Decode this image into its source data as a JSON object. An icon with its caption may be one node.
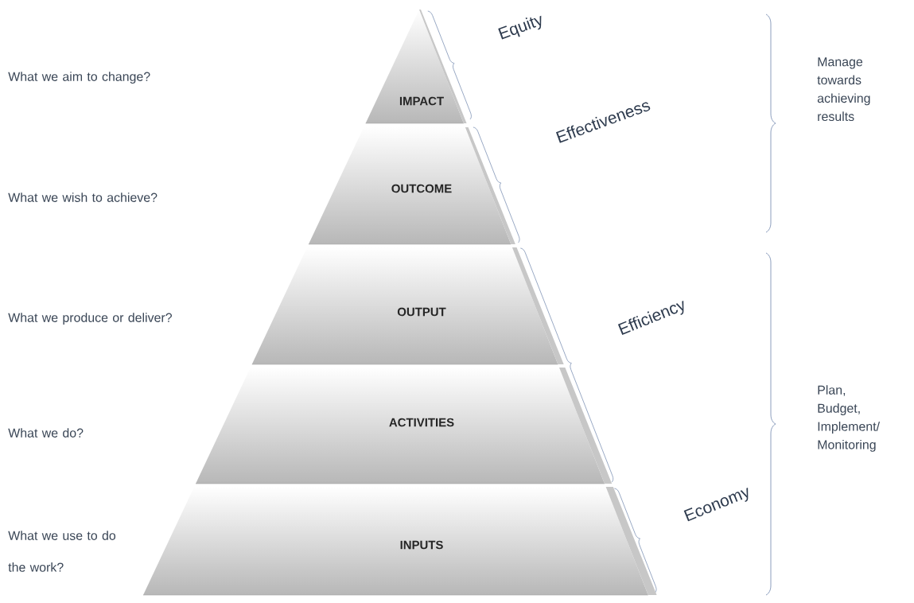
{
  "diagram": {
    "nodes": [
      {
        "text": [
          "IMPACT"
        ]
      },
      {
        "text": [
          "OUTCOME"
        ]
      },
      {
        "text": [
          "OUTPUT"
        ]
      },
      {
        "text": [
          "ACTIVITIES"
        ]
      },
      {
        "text": [
          "INPUTS"
        ]
      }
    ],
    "labels": [
      "What we aim to change?",
      "What we wish to achieve?",
      "What we produce or deliver?",
      "What we do?",
      "What we use to do the work?",
      "Equity",
      "Effectiveness",
      "Efficiency",
      "Economy",
      "Manage towards achieving results",
      "Plan, Budget, Implement/ Monitoring"
    ]
  }
}
